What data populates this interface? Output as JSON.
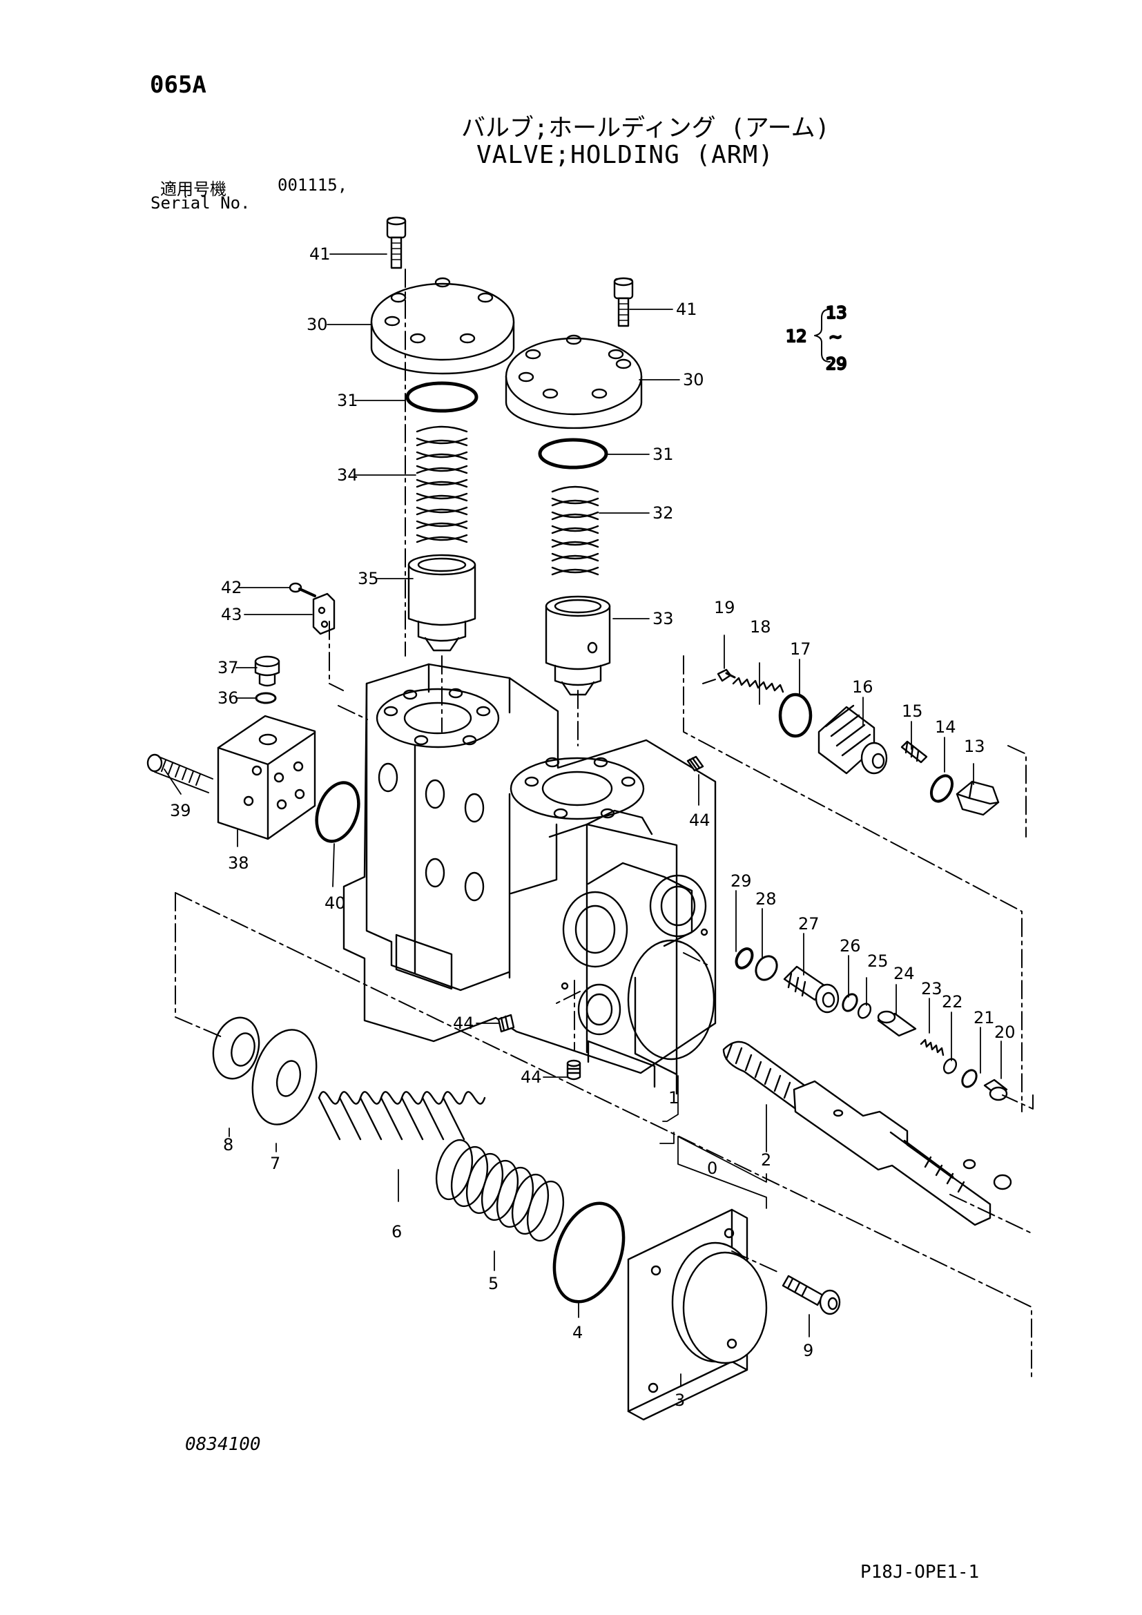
{
  "header": {
    "page_code": "065A",
    "title_jp": "バルブ;ホールディング (アーム)",
    "title_en": "VALVE;HOLDING (ARM)",
    "serial_label_jp": "適用号機",
    "serial_value": "001115,",
    "serial_label_en": "Serial No."
  },
  "footer": {
    "drawing_number": "0834100",
    "sheet_ref": "P18J-OPE1-1"
  },
  "range_note": {
    "label": "12",
    "from": "13",
    "tilde": "~",
    "to": "29"
  },
  "callouts": [
    "41",
    "30",
    "31",
    "34",
    "35",
    "42",
    "43",
    "37",
    "36",
    "39",
    "38",
    "40",
    "41",
    "30",
    "31",
    "32",
    "33",
    "19",
    "18",
    "17",
    "16",
    "15",
    "14",
    "13",
    "44",
    "29",
    "28",
    "27",
    "26",
    "25",
    "24",
    "23",
    "22",
    "21",
    "20",
    "44",
    "44",
    "1",
    "2",
    "0",
    "8",
    "7",
    "6",
    "5",
    "4",
    "3",
    "9"
  ],
  "colors": {
    "ink": "#000000",
    "paper": "#ffffff"
  }
}
